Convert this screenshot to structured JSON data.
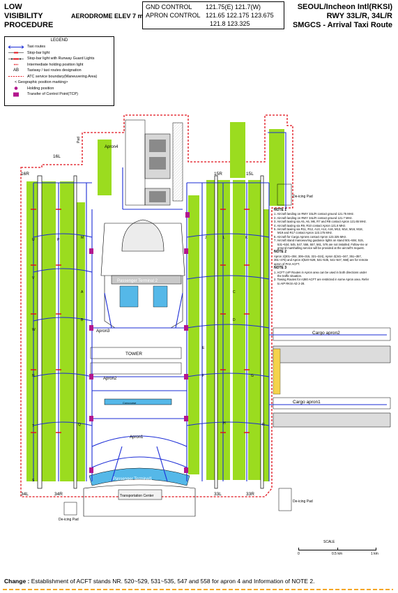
{
  "header": {
    "title_lines": [
      "LOW",
      "VISIBILITY",
      "PROCEDURE"
    ],
    "aerodrome_elev": "AERODROME ELEV 7 m",
    "freq": [
      {
        "label": "GND  CONTROL",
        "values": "121.75(E)  121.7(W)"
      },
      {
        "label": "APRON CONTROL",
        "values": "121.65  122.175  123.675"
      },
      {
        "label": "",
        "values": "121.8  123.325"
      }
    ],
    "right_lines": [
      "SEOUL/Incheon Intl(RKSI)",
      "RWY 33L/R, 34L/R",
      "SMGCS - Arrival Taxi Route"
    ]
  },
  "legend": {
    "title": "LEGEND",
    "items": [
      {
        "text": "Taxi routes"
      },
      {
        "text": "Stop-bar light"
      },
      {
        "text": "Stop-bar light with Runway Guard Lights"
      },
      {
        "text": "Intermediate holding position light"
      },
      {
        "symbol": "AB",
        "text": "Taxiway / taxi routes designation"
      },
      {
        "text": "ATC service boundary(Maneuvering Area)"
      },
      {
        "text": "< Geographic position marking>"
      },
      {
        "text": "Holding position"
      },
      {
        "text": "Transfer of Control Point(TCP)"
      }
    ]
  },
  "map": {
    "runway_labels": {
      "r16r": "16R",
      "r16l": "16L",
      "r15r": "15R",
      "r15l": "15L",
      "r34l": "34L",
      "r34r": "34R",
      "r33l": "33L",
      "r33r": "33R"
    },
    "areas": {
      "apron4": "Apron4",
      "pad_top": "Pad",
      "passenger_terminal2": "Passenger Terminal 2",
      "apron3": "Apron3",
      "tower": "TOWER",
      "apron2": "Apron2",
      "apron1": "Apron1",
      "concourse": "Concourse",
      "passenger_terminal1": "Passenger Terminal1",
      "transportation_center": "Transportation Center",
      "cargo_apron2": "Cargo apron2",
      "cargo_apron1": "Cargo apron1",
      "deicing_pad_ne": "De-icing Pad",
      "deicing_pad_sw": "De-icing Pad",
      "deicing_pad_se": "De-icing Pad"
    },
    "taxiway_letters": [
      "U",
      "V",
      "W",
      "N",
      "T",
      "S",
      "P",
      "A",
      "B",
      "C",
      "D",
      "E",
      "F",
      "G",
      "H",
      "J",
      "K",
      "L",
      "M",
      "Q",
      "R"
    ],
    "colors": {
      "taxi_route": "#1a2bd6",
      "grass": "#9bdc1f",
      "boundary": "#e0121b",
      "stopbar": "#e0121b",
      "tcp": "#b3168e",
      "cargo_blue": "#1a2bd6"
    }
  },
  "notes": {
    "note1_title": "NOTE 1",
    "note1": [
      "1. Aircraft landing on RWY 33L/R contact ground 121.75 MHz.",
      "2. Aircraft landing on RWY 34L/R contact ground 121.7 MHz.",
      "3. Aircraft taxiing via A5, A6, M6, R7 and R8 contact Apron 121.65 MHz.",
      "4. Aircraft taxiing via R9, R10 contact Apron 121.8 MHz.",
      "5. Aircraft taxiing via R11, R12, A13, A14, A16, M13, M14, M16, M18, M19 and R17 contact Apron 123.175 MHz.",
      "6. Aircraft for Cargo Aprons contact Apron 123.325 MHz.",
      "7. Aircraft stand manoeuvring guidance lights on stand 501~504, 515, 531~534, 545, 547, 556, 557, 561, 576 are not installed. Follow-me or ground marshalling service will be provided at the aircraft's request."
    ],
    "note2_title": "NOTE 2",
    "note2": [
      "Apron 2(301~304, 306~315, 321~324), Apron 3(341~347, 351~357, 361~376) and Apron 4(520~529, 531~535, 541~547, 558) are for remote apron of PAX ACFT."
    ],
    "note3_title": "NOTE 3",
    "note3": [
      "1. ACFT LVP Routes in Apron area can be used in both directions under the traffic situation.",
      "2. Towing Routes for A380 ACFT are restricted in some Apron area. Refer to AIP RKSI AD 2-28."
    ]
  },
  "scale": {
    "title": "SCALE",
    "ticks": [
      "0",
      "0.5 km",
      "1 km"
    ]
  },
  "change": {
    "label": "Change :",
    "text": "Establishment of ACFT stands NR. 520~529, 531~535, 547 and 558 for apron 4 and Information of NOTE 2."
  }
}
